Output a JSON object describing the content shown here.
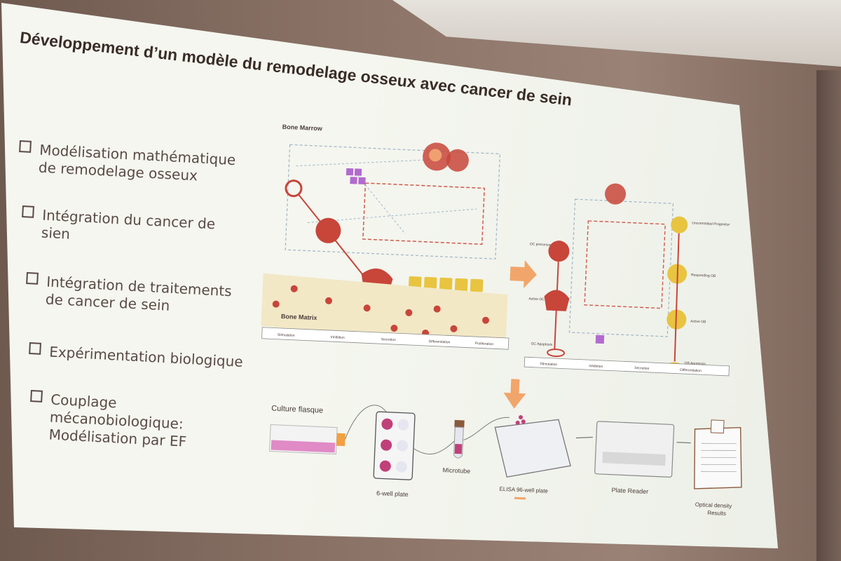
{
  "slide": {
    "title": "Développement d’un modèle du remodelage osseux avec cancer de sein",
    "bullets": [
      {
        "line1": "Modélisation mathématique",
        "line2": "de remodelage osseux"
      },
      {
        "line1": "Intégration du cancer de",
        "line2": "sien"
      },
      {
        "line1": "Intégration de traitements",
        "line2": "de cancer de sein"
      },
      {
        "line1": "Expérimentation biologique",
        "line2": ""
      },
      {
        "line1": "Couplage",
        "line2": "mécanobiologique:",
        "line3": "Modélisation par EF"
      }
    ],
    "diagram": {
      "bone_marrow": "Bone Marrow",
      "bone_matrix": "Bone Matrix",
      "legend_left": [
        "Stimulation",
        "Inhibition",
        "Secretion",
        "Differentiation",
        "Proliferation"
      ],
      "legend_right": [
        "Stimulation",
        "Inhibition",
        "Secretion",
        "Differentiation"
      ],
      "right_labels": [
        "Uncommitted Progenitor",
        "Responding OB",
        "Active OB",
        "OC precursor",
        "Active OC",
        "OC Apoptosis",
        "OB Apoptosis"
      ],
      "workflow": {
        "culture": "Culture flasque",
        "plate6": "6-well plate",
        "microtube": "Microtube",
        "elisa": "ELISA 96-well plate",
        "reader": "Plate Reader",
        "results_1": "Optical density",
        "results_2": "Results"
      }
    }
  },
  "colors": {
    "slide_bg": "#f4f6ef",
    "title": "#3a2c27",
    "text": "#5a4a45",
    "bone": "#f2e8c6",
    "osteoclast": "#c8453a",
    "osteoblast": "#e8c440",
    "arrow": "#f2a56a",
    "magenta": "#c0407a"
  }
}
